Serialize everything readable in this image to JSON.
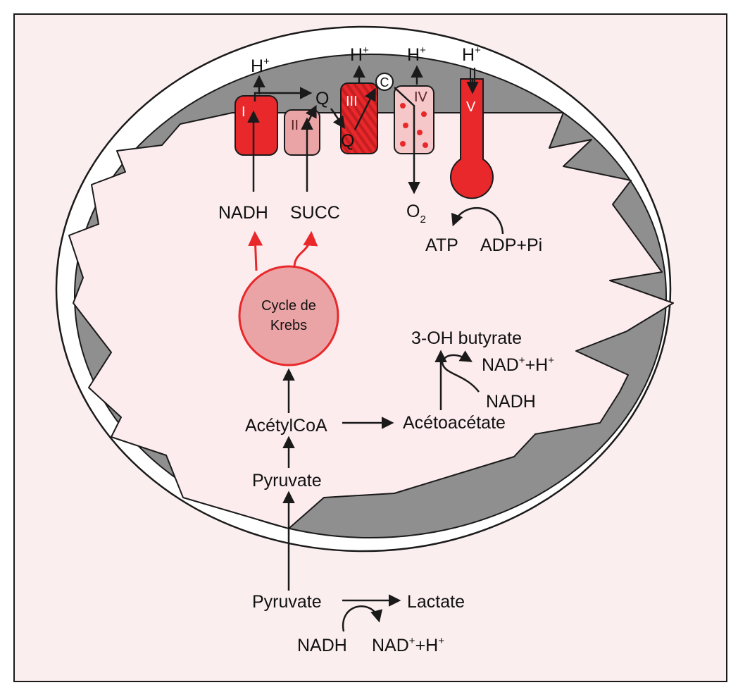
{
  "colors": {
    "background": "#fbeeef",
    "matrix": "#fcecee",
    "intermembrane": "#8f8f8f",
    "red": "#e8282a",
    "pale_red": "#eba4a6",
    "dark": "#1a1a1a"
  },
  "complexes": {
    "c1": "I",
    "c2": "II",
    "c3": "III",
    "c4": "IV",
    "c5": "V",
    "cyt_c": "C",
    "q1": "Q",
    "q2": "Q"
  },
  "protons": {
    "h1": "H",
    "h2": "H",
    "h3": "H",
    "h4": "H",
    "plus": "+"
  },
  "etc": {
    "nadh": "NADH",
    "succ": "SUCC",
    "o2_base": "O",
    "o2_sub": "2",
    "atp": "ATP",
    "adp": "ADP+Pi"
  },
  "krebs": {
    "line1": "Cycle de",
    "line2": "Krebs"
  },
  "ketone": {
    "butyrate": "3-OH butyrate",
    "nad_a": "NAD",
    "nad_b": "+H",
    "nad_sup": "+",
    "nadh": "NADH",
    "acetoacetate": "Acétoacétate"
  },
  "pathway": {
    "acetylcoa": "AcétylCoA",
    "pyruvate_mito": "Pyruvate",
    "pyruvate_cyto": "Pyruvate",
    "lactate": "Lactate",
    "nadh": "NADH",
    "nad_a": "NAD",
    "nad_b": "+H",
    "nad_sup": "+"
  }
}
